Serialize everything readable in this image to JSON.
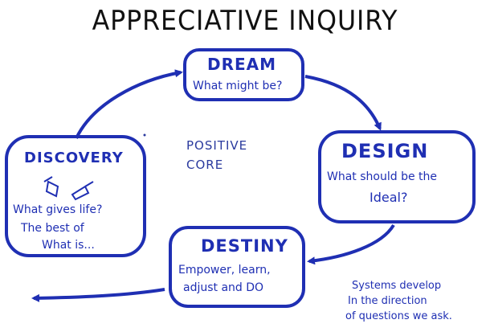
{
  "title": "APPRECIATIVE INQUIRY",
  "center": [
    "POSITIVE",
    "CORE"
  ],
  "stages": {
    "dream": {
      "name": "DREAM",
      "lines": [
        "What might be?"
      ]
    },
    "design": {
      "name": "DESIGN",
      "lines": [
        "What should be the",
        "Ideal?"
      ]
    },
    "destiny": {
      "name": "DESTINY",
      "lines": [
        "Empower, learn,",
        "adjust and DO"
      ]
    },
    "discovery": {
      "name": "DISCOVERY",
      "lines": [
        "What gives life?",
        "The best of",
        "What is..."
      ]
    }
  },
  "note": [
    "Systems develop",
    "In the direction",
    "of questions we ask."
  ],
  "colors": {
    "ink": "#1f2fb3",
    "title": "#111111",
    "background": "#ffffff"
  }
}
